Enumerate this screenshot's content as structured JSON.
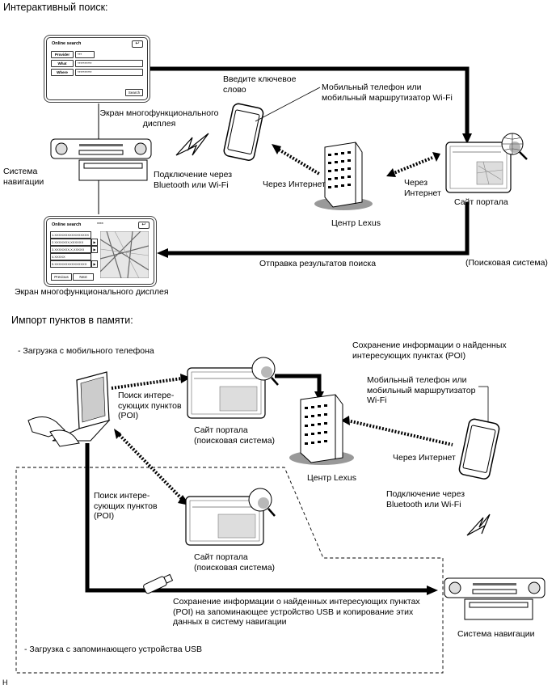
{
  "section1": {
    "title": "Интерактивный поиск:",
    "screen_top": {
      "title": "Online search",
      "back": "↩",
      "rows": [
        {
          "label": "Provider",
          "value": "***"
        },
        {
          "label": "What",
          "value": "**********"
        },
        {
          "label": "Where",
          "value": "**********"
        }
      ],
      "search_button": "Search"
    },
    "screen_bottom": {
      "title": "Online search",
      "dots": "****",
      "back": "↩",
      "list": [
        "1.XXXXXXXXXXXXXXXX",
        "2.XXXXXXX,XXXXXX",
        "3.XXXXXXX,X,XXXXX",
        "4.XXXXX",
        "5.XXXXXXXXXXXXXXX"
      ],
      "list_btn": "▶",
      "previous": "Previous",
      "next": "Next"
    },
    "label_top_screen": "Экран многофункционального дисплея",
    "label_nav": "Система навигации",
    "label_bottom_screen": "Экран многофункционального дисплея",
    "label_keyword": "Введите ключевое слово",
    "label_phone": "Мобильный телефон или мобильный маршрутизатор Wi-Fi",
    "label_bt": "Подключение через Bluetooth или Wi-Fi",
    "label_internet_left": "Через Интернет",
    "label_internet_right": "Через Интернет",
    "label_lexus": "Центр Lexus",
    "label_portal": "Сайт портала",
    "label_results": "Отправка результатов поиска",
    "label_search_system": "(Поисковая система)"
  },
  "section2": {
    "title": "Импорт пунктов в памяти:",
    "label_mobile_download": "- Загрузка с мобильного телефона",
    "label_save_info": "Сохранение информации о найденных интересующих пунктах (POI)",
    "label_phone": "Мобильный телефон или мобильный маршрутизатор Wi-Fi",
    "label_poi_search_1": "Поиск интере-сующих пунктов (POI)",
    "label_portal_1": "Сайт портала (поисковая система)",
    "label_lexus": "Центр Lexus",
    "label_internet": "Через Интернет",
    "label_bt": "Подключение через Bluetooth или Wi-Fi",
    "label_poi_search_2": "Поиск интере-сующих пунктов (POI)",
    "label_portal_2": "Сайт портала (поисковая система)",
    "label_usb_save": "Сохранение информации о найденных интересующих пунктах (POI) на запоминающее устройство USB и копирование этих данных в систему навигации",
    "label_nav": "Система навигации",
    "label_usb_download": "- Загрузка с запоминающего устройства USB"
  },
  "footer_code": "H"
}
